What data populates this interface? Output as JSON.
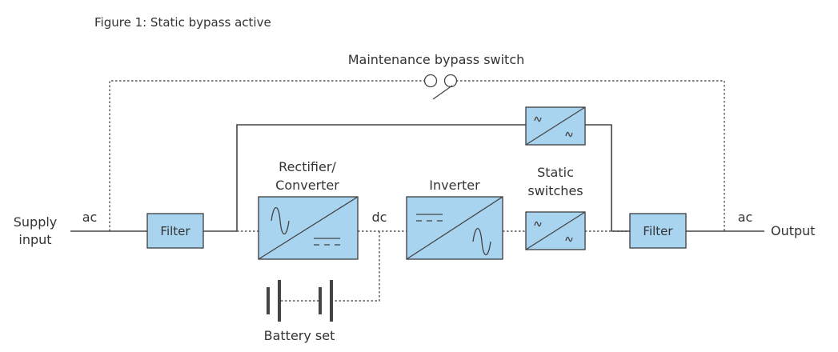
{
  "figure": {
    "caption": "Figure 1: Static bypass active"
  },
  "labels": {
    "maintenance_bypass": "Maintenance bypass switch",
    "supply_input_line1": "Supply",
    "supply_input_line2": "input",
    "ac_in": "ac",
    "ac_out": "ac",
    "dc": "dc",
    "output": "Output",
    "rectifier_line1": "Rectifier/",
    "rectifier_line2": "Converter",
    "inverter": "Inverter",
    "static_switches_line1": "Static",
    "static_switches_line2": "switches",
    "battery_set": "Battery set"
  },
  "blocks": {
    "filter_input": "Filter",
    "filter_output": "Filter"
  },
  "colors": {
    "block_fill": "#a9d4ef",
    "line": "#444444",
    "text": "#333333"
  }
}
